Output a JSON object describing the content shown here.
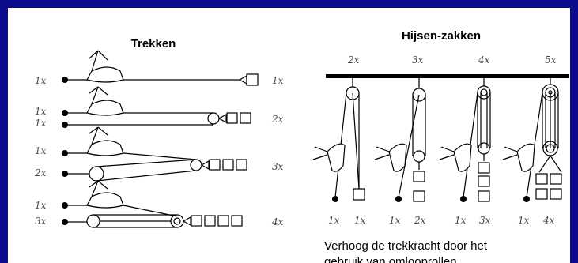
{
  "brand": {
    "border_color": "#0b0b8c"
  },
  "trekken": {
    "title": "Trekken",
    "rows": [
      {
        "left": [
          "1x"
        ],
        "right": "1x"
      },
      {
        "left": [
          "1x",
          "1x"
        ],
        "right": "2x"
      },
      {
        "left": [
          "1x",
          "2x"
        ],
        "right": "3x"
      },
      {
        "left": [
          "1x",
          "3x"
        ],
        "right": "4x"
      }
    ]
  },
  "hijsen": {
    "title": "Hijsen-zakken",
    "top_labels": [
      "2x",
      "3x",
      "4x",
      "5x"
    ],
    "bottom_labels": [
      [
        "1x",
        "1x"
      ],
      [
        "1x",
        "2x"
      ],
      [
        "1x",
        "3x"
      ],
      [
        "1x",
        "4x"
      ]
    ]
  },
  "caption": {
    "line1": "Verhoog de trekkracht door het",
    "line2": "gebruik van omlooprollen"
  }
}
